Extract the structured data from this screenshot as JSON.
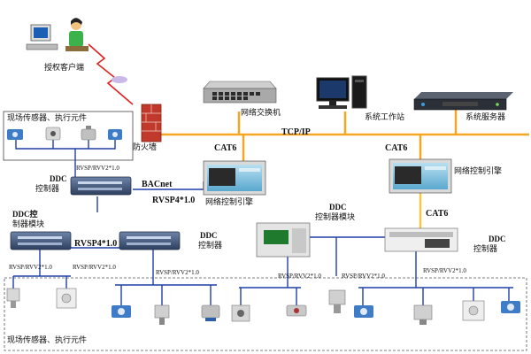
{
  "labels": {
    "client": "授权客户端",
    "firewall": "防火墙",
    "switch": "网络交换机",
    "workstation": "系统工作站",
    "server": "系统服务器",
    "tcpip": "TCP/IP",
    "cat6_left": "CAT6",
    "cat6_right": "CAT6",
    "cat6_vertical": "CAT6",
    "engine_left": "网络控制引擎",
    "engine_right": "网络控制引擎",
    "sensors_top": "现场传感器、执行元件",
    "sensors_bottom": "现场传感器、执行元件",
    "ddc_left_1": "DDC",
    "ddc_left_2": "控制器",
    "ddc_module_left_1": "DDC控",
    "ddc_module_left_2": "制器模块",
    "ddc_mid_1": "DDC",
    "ddc_mid_2": "控制器",
    "ddc_module_right_1": "DDC",
    "ddc_module_right_2": "控制器模块",
    "ddc_right_1": "DDC",
    "ddc_right_2": "控制器",
    "bacnet": "BACnet",
    "rvsp4_a": "RVSP4*1.0",
    "rvsp4_b": "RVSP4*1.0",
    "rvsp_top": "RVSP/RVV2*1.0",
    "rvsp_a": "RVSP/RVV2*1.0",
    "rvsp_b": "RVSP/RVV2*1.0",
    "rvsp_c": "RVSP/RVV2*1.0",
    "rvsp_d": "RVSP/RVV2*1.0",
    "rvsp_e": "RVSP/RVV2*1.0",
    "rvsp_f": "RVSP/RVV2*1.0"
  },
  "colors": {
    "tcp_line": "#f5a623",
    "cat6_line": "#f5c842",
    "bus_line": "#1f3fa8",
    "lightning": "#e02020",
    "firewall": "#c0392b"
  }
}
